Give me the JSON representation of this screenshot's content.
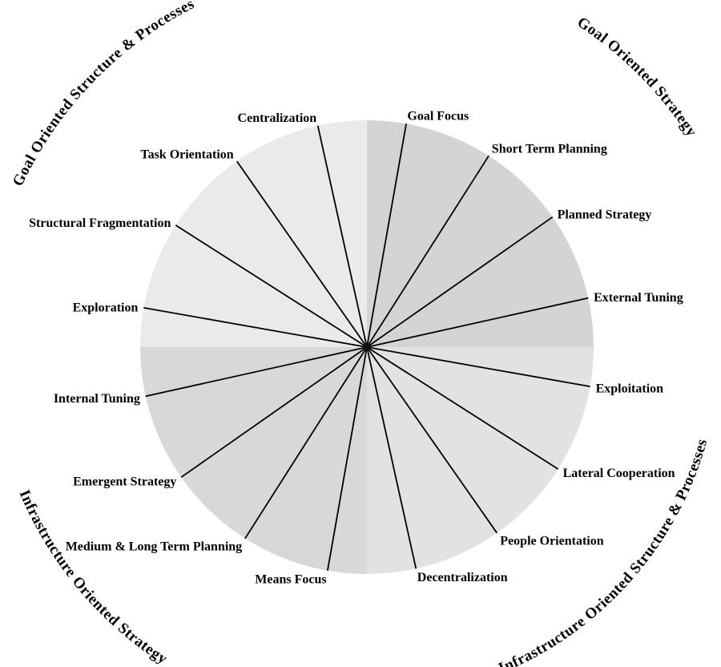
{
  "figure": {
    "background": "#ffffff",
    "line_color": "#000000",
    "center_dot_color": "#111111",
    "quadrant_labels": {
      "top_left": "Goal Oriented Structure & Processes",
      "top_right": "Goal Oriented Strategy",
      "bottom_left": "Infrastructure Oriented Strategy",
      "bottom_right": "Infrastructure Oriented Structure & Processes"
    },
    "quadrant_fills": {
      "top_left": "#eaeaea",
      "top_right": "#d4d4d4",
      "bottom_left": "#d8d8d8",
      "bottom_right": "#e2e2e2"
    },
    "spokes": [
      {
        "label": "Goal Focus",
        "angle_deg": 10
      },
      {
        "label": "Short Term Planning",
        "angle_deg": 32.5
      },
      {
        "label": "Planned Strategy",
        "angle_deg": 55
      },
      {
        "label": "External Tuning",
        "angle_deg": 77.5
      },
      {
        "label": "Exploitation",
        "angle_deg": 100
      },
      {
        "label": "Lateral Cooperation",
        "angle_deg": 122.5
      },
      {
        "label": "People Orientation",
        "angle_deg": 145
      },
      {
        "label": "Decentralization",
        "angle_deg": 167.5
      },
      {
        "label": "Means Focus",
        "angle_deg": 190
      },
      {
        "label": "Medium & Long Term Planning",
        "angle_deg": 212.5
      },
      {
        "label": "Emergent Strategy",
        "angle_deg": 235
      },
      {
        "label": "Internal Tuning",
        "angle_deg": 257.5
      },
      {
        "label": "Exploration",
        "angle_deg": 280
      },
      {
        "label": "Structural Fragmentation",
        "angle_deg": 302.5
      },
      {
        "label": "Task Orientation",
        "angle_deg": 325
      },
      {
        "label": "Centralization",
        "angle_deg": 347.5
      }
    ]
  }
}
